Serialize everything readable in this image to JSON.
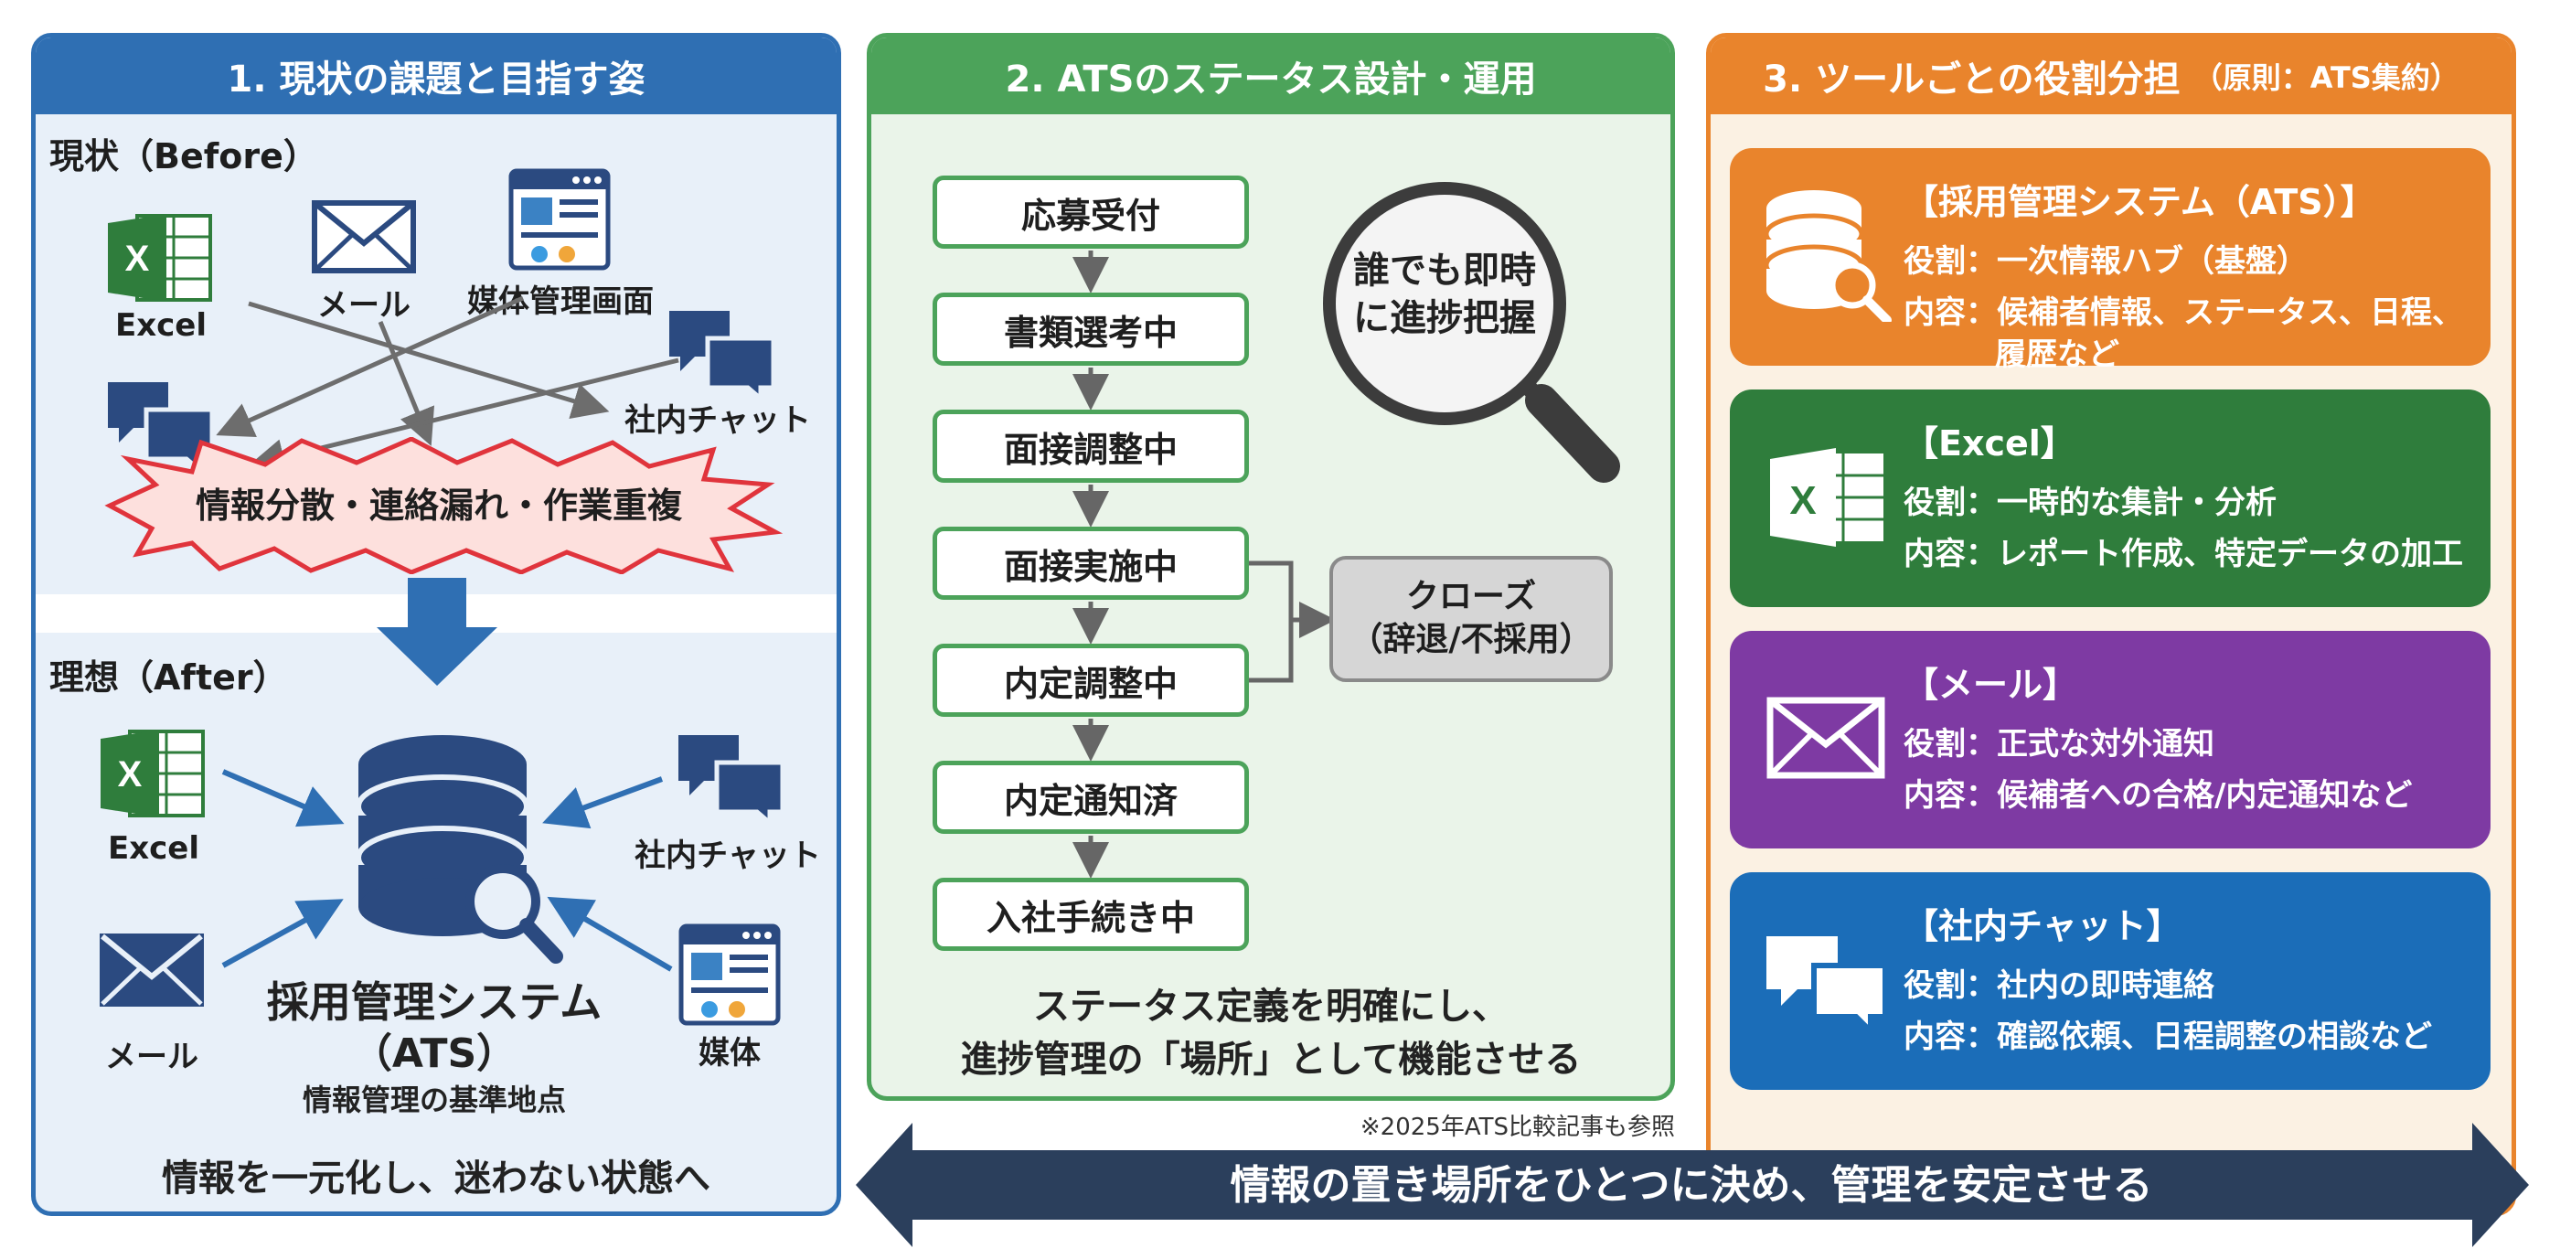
{
  "panel1": {
    "title": "1. 現状の課題と目指す姿",
    "before_label": "現状（Before）",
    "before_items": {
      "excel": "Excel",
      "mail": "メール",
      "media": "媒体管理画面",
      "chat": "社内チャット"
    },
    "problem": "情報分散・連絡漏れ・作業重複",
    "after_label": "理想（After）",
    "after_items": {
      "excel": "Excel",
      "chat": "社内チャット",
      "mail": "メール",
      "media": "媒体"
    },
    "ats_name": "採用管理システム",
    "ats_abbr": "（ATS）",
    "ats_sub": "情報管理の基準地点",
    "footer": "情報を一元化し、迷わない状態へ"
  },
  "panel2": {
    "title": "2. ATSのステータス設計・運用",
    "steps": [
      "応募受付",
      "書類選考中",
      "面接調整中",
      "面接実施中",
      "内定調整中",
      "内定通知済",
      "入社手続き中"
    ],
    "close_line1": "クローズ",
    "close_line2": "（辞退/不採用）",
    "magnifier_line1": "誰でも即時",
    "magnifier_line2": "に進捗把握",
    "footer_line1": "ステータス定義を明確にし、",
    "footer_line2": "進捗管理の「場所」として機能させる",
    "note": "※2025年ATS比較記事も参照"
  },
  "panel3": {
    "title": "3. ツールごとの役割分担",
    "title_sub": "（原則：ATS集約）",
    "cards": [
      {
        "title": "【採用管理システム（ATS）】",
        "role": "役割：一次情報ハブ（基盤）",
        "content": "内容：候補者情報、ステータス、日程、",
        "content2": "履歴など",
        "color": "#e9842c"
      },
      {
        "title": "【Excel】",
        "role": "役割：一時的な集計・分析",
        "content": "内容：レポート作成、特定データの加工",
        "color": "#2f7d3c"
      },
      {
        "title": "【メール】",
        "role": "役割：正式な対外通知",
        "content": "内容：候補者への合格/内定通知など",
        "color": "#7e3aa3"
      },
      {
        "title": "【社内チャット】",
        "role": "役割：社内の即時連絡",
        "content": "内容：確認依頼、日程調整の相談など",
        "color": "#1b6db8"
      }
    ]
  },
  "banner": "情報の置き場所をひとつに決め、管理を安定させる",
  "colors": {
    "blue": "#2f6fb3",
    "green": "#4ca35a",
    "orange": "#e9842c",
    "navy": "#2b3f5c",
    "alert_red": "#e0343c"
  }
}
